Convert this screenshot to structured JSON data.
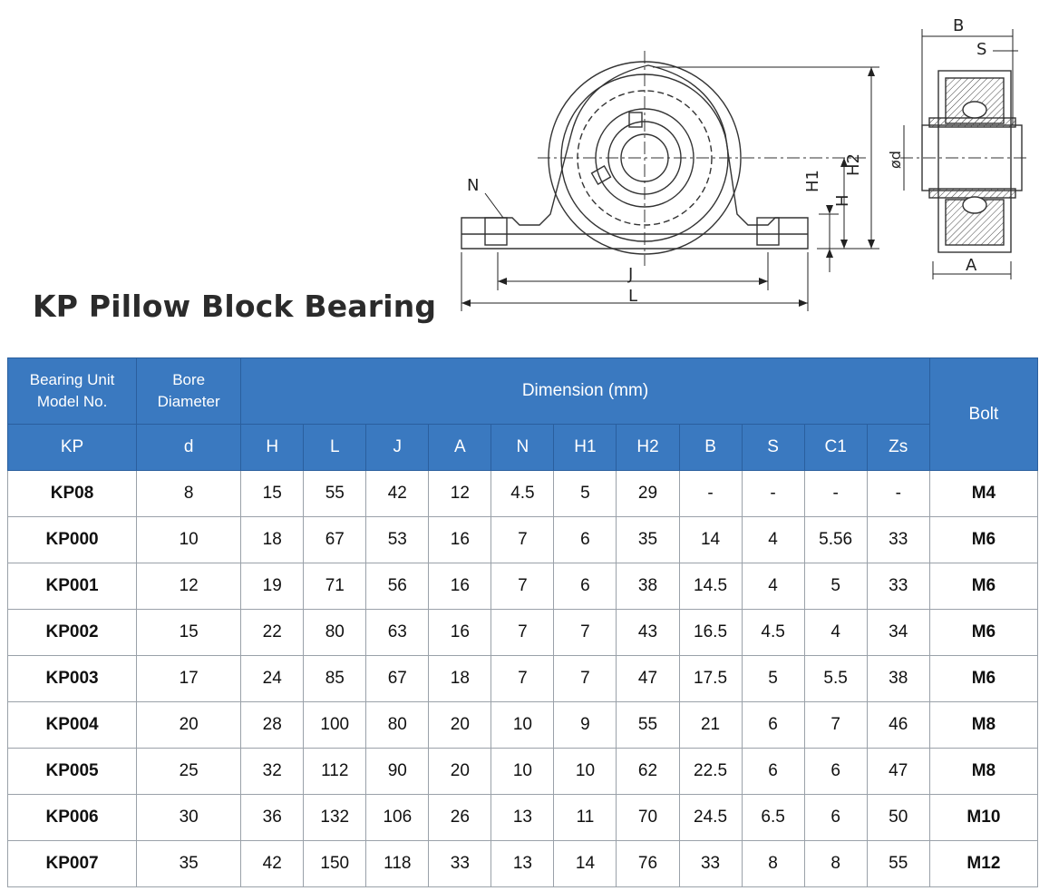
{
  "title": "KP Pillow Block Bearing",
  "drawing_labels": {
    "N": "N",
    "J": "J",
    "L": "L",
    "H": "H",
    "H1": "H1",
    "H2": "H2",
    "B": "B",
    "S": "S",
    "d": "ød",
    "A": "A"
  },
  "table": {
    "header_top": {
      "model": [
        "Bearing Unit",
        "Model No."
      ],
      "bore": [
        "Bore",
        "Diameter"
      ],
      "dimension": "Dimension (mm)",
      "bolt": "Bolt"
    },
    "header_sub": {
      "model": "KP",
      "bore": "d",
      "dims": [
        "H",
        "L",
        "J",
        "A",
        "N",
        "H1",
        "H2",
        "B",
        "S",
        "C1",
        "Zs"
      ]
    },
    "rows": [
      {
        "model": "KP08",
        "d": "8",
        "dims": [
          "15",
          "55",
          "42",
          "12",
          "4.5",
          "5",
          "29",
          "-",
          "-",
          "-",
          "-"
        ],
        "bolt": "M4"
      },
      {
        "model": "KP000",
        "d": "10",
        "dims": [
          "18",
          "67",
          "53",
          "16",
          "7",
          "6",
          "35",
          "14",
          "4",
          "5.56",
          "33"
        ],
        "bolt": "M6"
      },
      {
        "model": "KP001",
        "d": "12",
        "dims": [
          "19",
          "71",
          "56",
          "16",
          "7",
          "6",
          "38",
          "14.5",
          "4",
          "5",
          "33"
        ],
        "bolt": "M6"
      },
      {
        "model": "KP002",
        "d": "15",
        "dims": [
          "22",
          "80",
          "63",
          "16",
          "7",
          "7",
          "43",
          "16.5",
          "4.5",
          "4",
          "34"
        ],
        "bolt": "M6"
      },
      {
        "model": "KP003",
        "d": "17",
        "dims": [
          "24",
          "85",
          "67",
          "18",
          "7",
          "7",
          "47",
          "17.5",
          "5",
          "5.5",
          "38"
        ],
        "bolt": "M6"
      },
      {
        "model": "KP004",
        "d": "20",
        "dims": [
          "28",
          "100",
          "80",
          "20",
          "10",
          "9",
          "55",
          "21",
          "6",
          "7",
          "46"
        ],
        "bolt": "M8"
      },
      {
        "model": "KP005",
        "d": "25",
        "dims": [
          "32",
          "112",
          "90",
          "20",
          "10",
          "10",
          "62",
          "22.5",
          "6",
          "6",
          "47"
        ],
        "bolt": "M8"
      },
      {
        "model": "KP006",
        "d": "30",
        "dims": [
          "36",
          "132",
          "106",
          "26",
          "13",
          "11",
          "70",
          "24.5",
          "6.5",
          "6",
          "50"
        ],
        "bolt": "M10"
      },
      {
        "model": "KP007",
        "d": "35",
        "dims": [
          "42",
          "150",
          "118",
          "33",
          "13",
          "14",
          "76",
          "33",
          "8",
          "8",
          "55"
        ],
        "bolt": "M12"
      }
    ]
  }
}
